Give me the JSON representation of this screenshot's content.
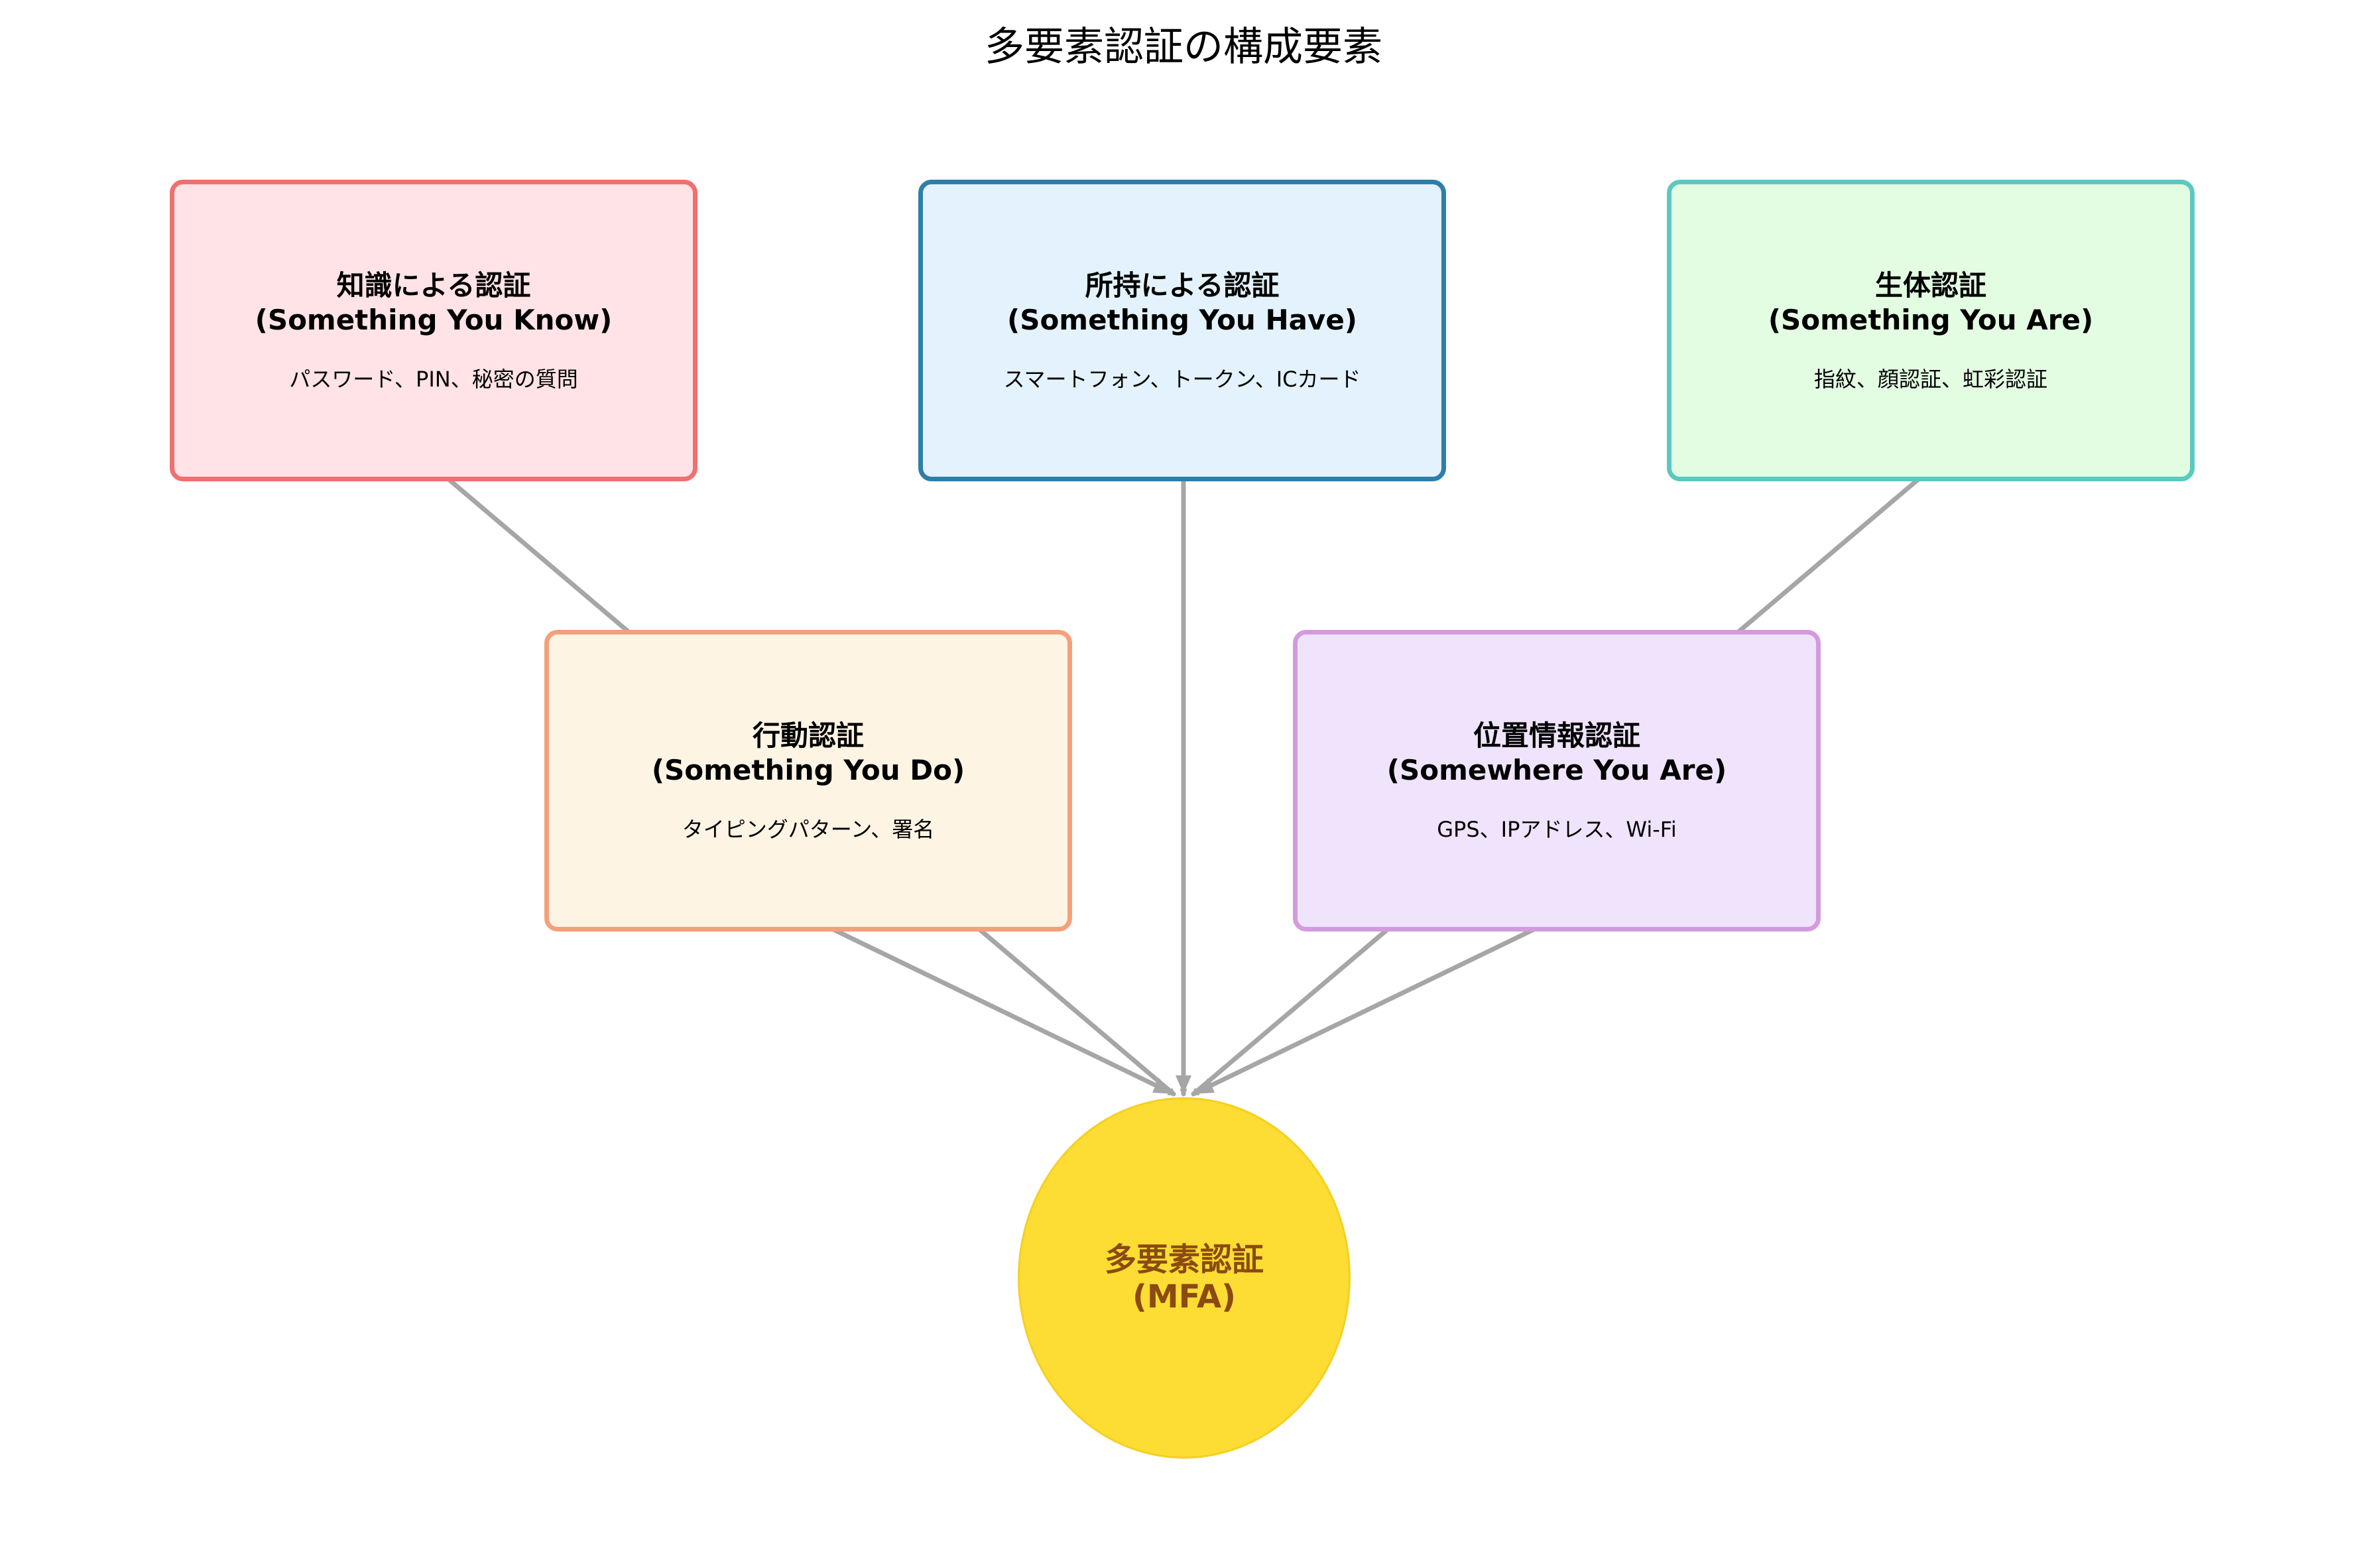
{
  "title": "多要素認証の構成要素",
  "factors": [
    {
      "name": "知識による認証",
      "en": "(Something You Know)",
      "examples": "パスワード、PIN、秘密の質問",
      "border": "#f07070",
      "fill": "#ffe3e6"
    },
    {
      "name": "所持による認証",
      "en": "(Something You Have)",
      "examples": "スマートフォン、トークン、ICカード",
      "border": "#2e7fa8",
      "fill": "#e3f2fc"
    },
    {
      "name": "生体認証",
      "en": "(Something You Are)",
      "examples": "指紋、顔認証、虹彩認証",
      "border": "#5cc9c0",
      "fill": "#e3fde3"
    },
    {
      "name": "行動認証",
      "en": "(Something You Do)",
      "examples": "タイピングパターン、署名",
      "border": "#f5a07a",
      "fill": "#fdf4e4"
    },
    {
      "name": "位置情報認証",
      "en": "(Somewhere You Are)",
      "examples": "GPS、IPアドレス、Wi-Fi",
      "border": "#d49ade",
      "fill": "#efe4fc"
    }
  ],
  "center": {
    "line1": "多要素認証",
    "line2": "(MFA)",
    "fill": "#fddd33",
    "text_color": "#8b4a10"
  },
  "arrow_color": "#a6a6a6"
}
